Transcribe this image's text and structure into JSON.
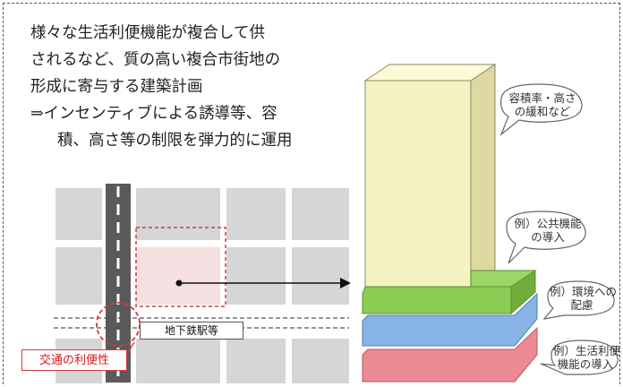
{
  "description": {
    "line1": "様々な生活利便機能が複合して供",
    "line2": "されるなど、質の高い複合市街地の",
    "line3": "形成に寄与する建築計画",
    "line4": "⇒インセンティブによる誘導等、容",
    "line5": "積、高さ等の制限を弾力的に運用"
  },
  "callouts": {
    "relax": [
      "容積率・高さ",
      "の緩和など"
    ],
    "public": [
      "例）公共機能",
      "の導入"
    ],
    "environment": [
      "例）環境への",
      "配慮"
    ],
    "living": [
      "例）生活利便",
      "機能の導入"
    ]
  },
  "map": {
    "station_label": "地下鉄駅等",
    "transport_label": "交通の利便性"
  },
  "colors": {
    "tower": "#f6f3c2",
    "green_layer": "#8ccc55",
    "blue_layer": "#86b4e4",
    "pink_layer": "#ec8a94",
    "site": "#f6dfe0",
    "red_accent": "#d63a3a"
  }
}
